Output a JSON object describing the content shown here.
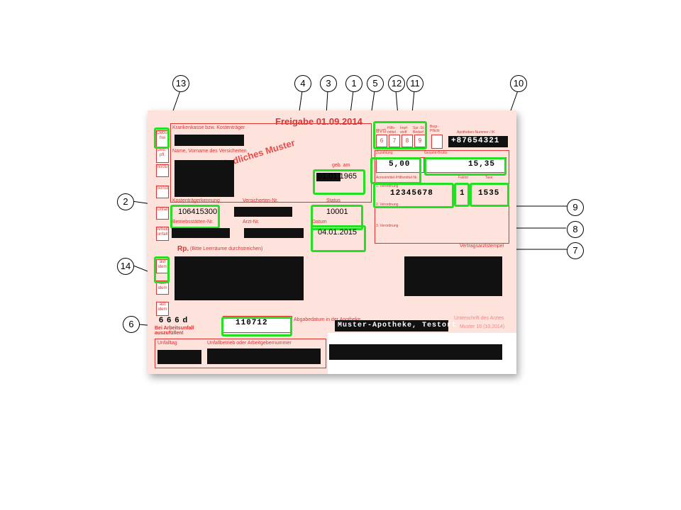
{
  "form": {
    "release_title": "Freigabe 01.09.2014",
    "watermark": "Verbindliches Muster",
    "labels": {
      "insurer": "Krankenkasse bzw. Kostenträger",
      "name": "Name, Vorname des Versicherten",
      "dob": "geb. am",
      "payer_id": "Kostenträgerkennung",
      "insured_no": "Versicherten-Nr.",
      "status": "Status",
      "site_no": "Betriebsstätten-Nr.",
      "doctor_no": "Arzt-Nr.",
      "date": "Datum",
      "rp": "Rp.",
      "rp_hint": "(Bitte Leerräume durchstreichen)",
      "bvg": "BVG",
      "aids": "Hilfs-mittel",
      "vaccine": "Impf-stoff",
      "spst": "Spr.-St. Bedarf",
      "begr": "Begr.-Pflicht",
      "pharmacy_no": "Apotheken-Nummer / IK",
      "copay": "Zuzahlung",
      "gross": "Gesamt-Brutto",
      "drug_no": "Arzneimittel-/Hilfsmittel-Nr.",
      "factor": "Faktor",
      "fee": "Taxe",
      "rx1": "1. Verordnung",
      "rx2": "2. Verordnung",
      "rx3": "3. Verordnung",
      "doctor_stamp": "Vertragsarztstempel",
      "doctor_sign": "Unterschrift des Arztes",
      "form_no": "Muster 16 (10.2014)",
      "dispense_date": "Abgabedatum in der Apotheke",
      "accident_note": "Bei Arbeitsunfall auszufüllen!",
      "accident_day": "Unfalltag",
      "accident_company": "Unfallbetrieb oder Arbeitgebernummer",
      "side_gebpfl": "Gebühr frei",
      "side_gebpfl2": "Geb.-pfl.",
      "side_noctu": "noctu",
      "side_sonstige": "Sonstige",
      "side_unfall": "Unfall",
      "side_arbeitsunfall": "Arbeits-unfall",
      "aut_idem": "aut idem",
      "glyph": "6 6 6 d"
    },
    "values": {
      "dob": "01.01.1965",
      "payer_id": "106415300",
      "status": "10001",
      "date": "04.01.2015",
      "bvg": "6",
      "aids": "7",
      "vaccine": "8",
      "spst": "9",
      "pharmacy_no": "+87654321",
      "copay": "5,00",
      "gross": "15,35",
      "drug_no": "12345678",
      "factor": "1",
      "fee": "1535",
      "dispense_date": "110712",
      "pharmacy_name": "Muster-Apotheke, Testort"
    }
  },
  "callouts": [
    "1",
    "2",
    "3",
    "4",
    "5",
    "6",
    "7",
    "8",
    "9",
    "10",
    "11",
    "12",
    "13",
    "14"
  ],
  "colors": {
    "highlight": "#22e022",
    "form_red": "#dd3333",
    "form_bg": "#fde3dc"
  }
}
